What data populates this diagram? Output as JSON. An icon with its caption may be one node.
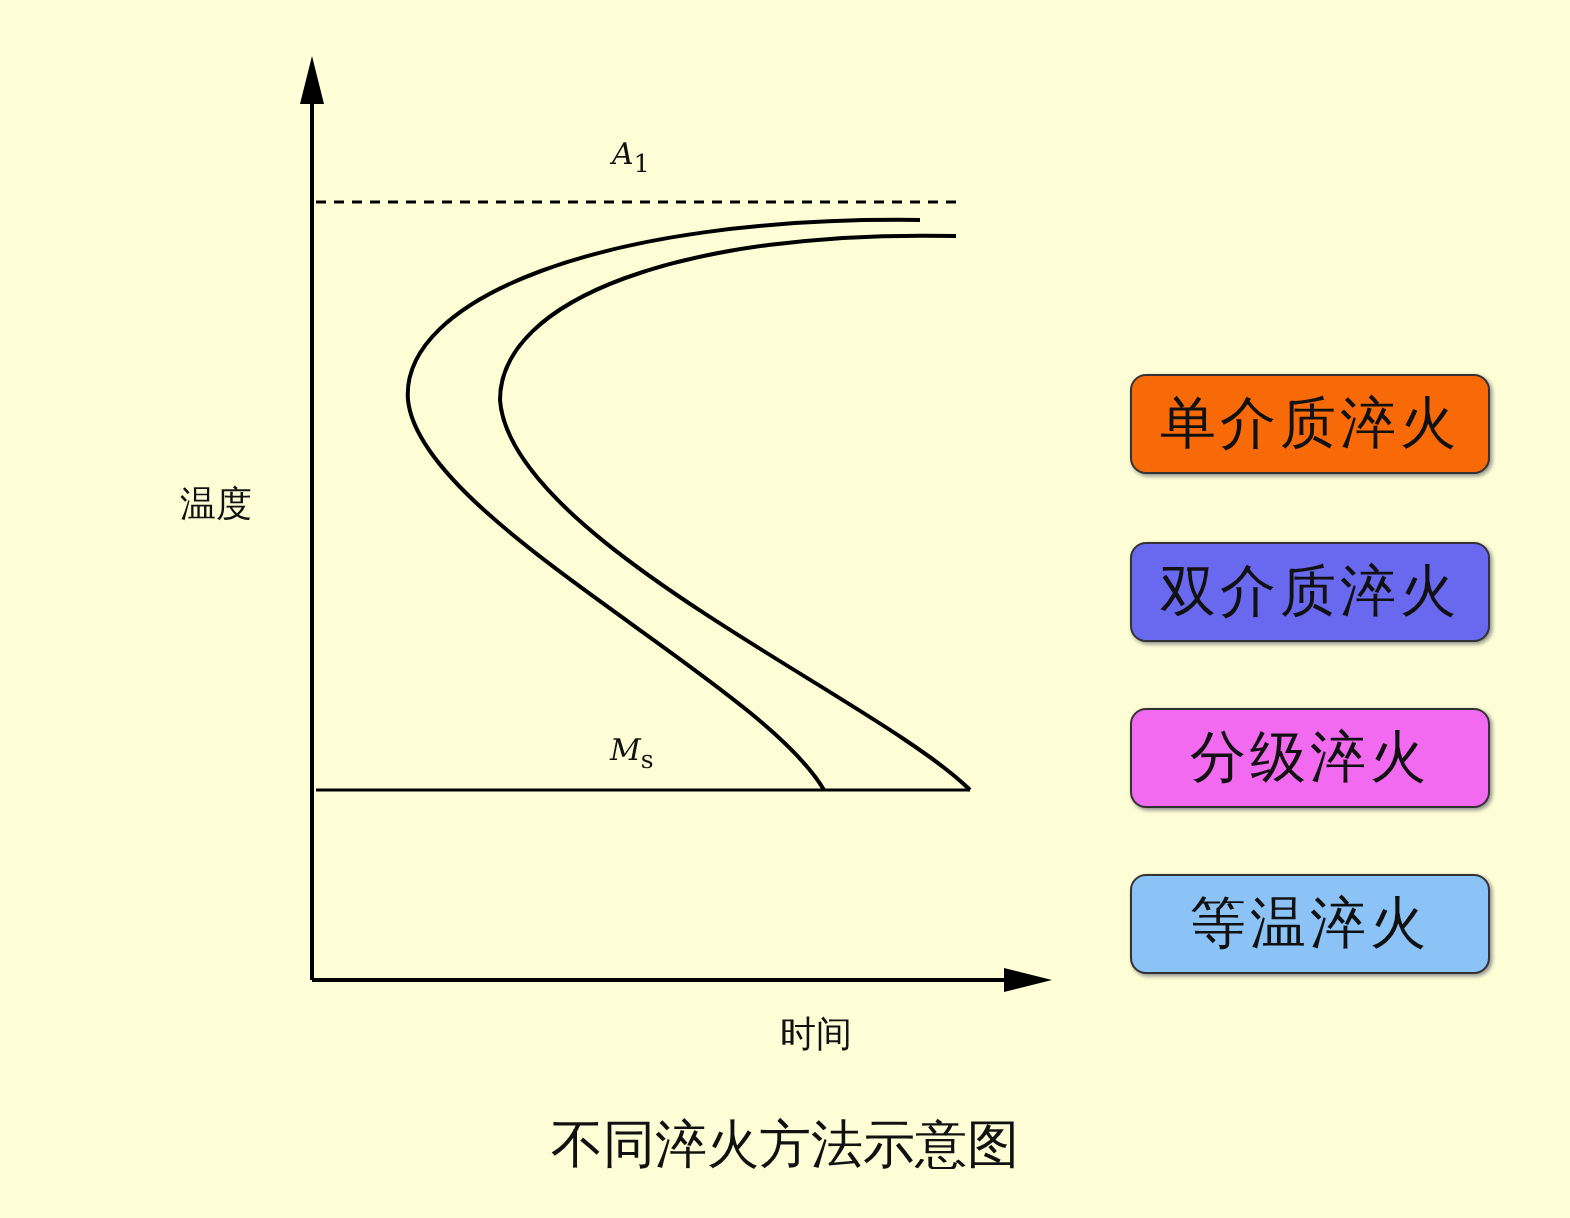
{
  "diagram": {
    "caption": "不同淬火方法示意图",
    "nodes": [
      {
        "text": [
          "单介质淬火"
        ]
      },
      {
        "text": [
          "双介质淬火"
        ]
      },
      {
        "text": [
          "分级淬火"
        ]
      },
      {
        "text": [
          "等温淬火"
        ]
      }
    ],
    "labels": [
      "*A*$_{1}$",
      "温度",
      "*M*$_{s}$",
      "时间"
    ]
  }
}
